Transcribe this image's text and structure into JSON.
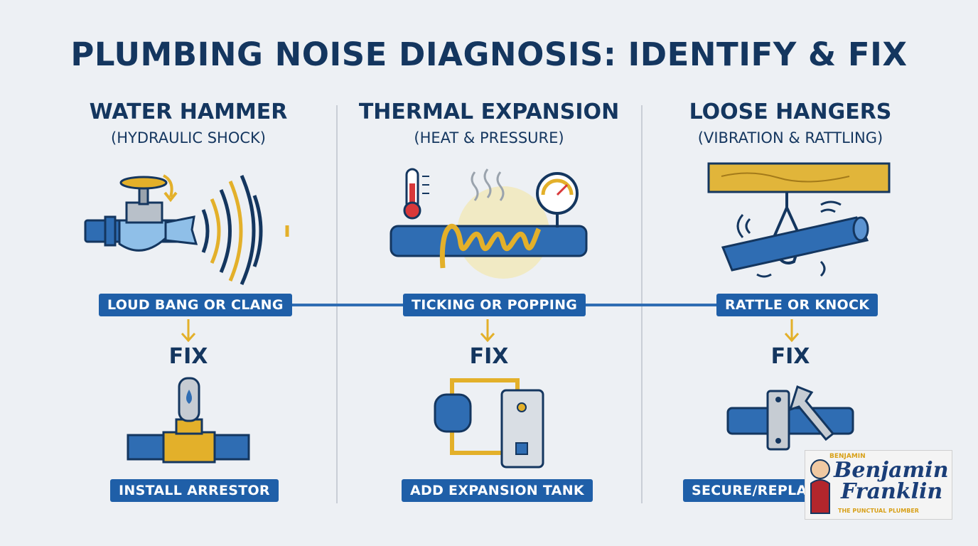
{
  "title": "PLUMBING NOISE DIAGNOSIS: IDENTIFY & FIX",
  "columns": [
    {
      "heading": "WATER HAMMER",
      "subheading": "(HYDRAULIC SHOCK)",
      "symptom": "LOUD BANG OR CLANG",
      "fix_label": "FIX",
      "solution": "INSTALL ARRESTOR"
    },
    {
      "heading": "THERMAL EXPANSION",
      "subheading": "(HEAT & PRESSURE)",
      "symptom": "TICKING OR POPPING",
      "fix_label": "FIX",
      "solution": "ADD EXPANSION TANK"
    },
    {
      "heading": "LOOSE HANGERS",
      "subheading": "(VIBRATION & RATTLING)",
      "symptom": "RATTLE OR KNOCK",
      "fix_label": "FIX",
      "solution": "SECURE/REPLAC"
    }
  ],
  "logo": {
    "top_text": "BENJAMIN",
    "name_line1": "Benjamin",
    "name_line2": "Franklin",
    "tagline": "THE PUNCTUAL PLUMBER"
  },
  "colors": {
    "navy": "#14365f",
    "blue": "#1f5fa8",
    "gold": "#e3b02a",
    "background": "#edf0f4"
  }
}
